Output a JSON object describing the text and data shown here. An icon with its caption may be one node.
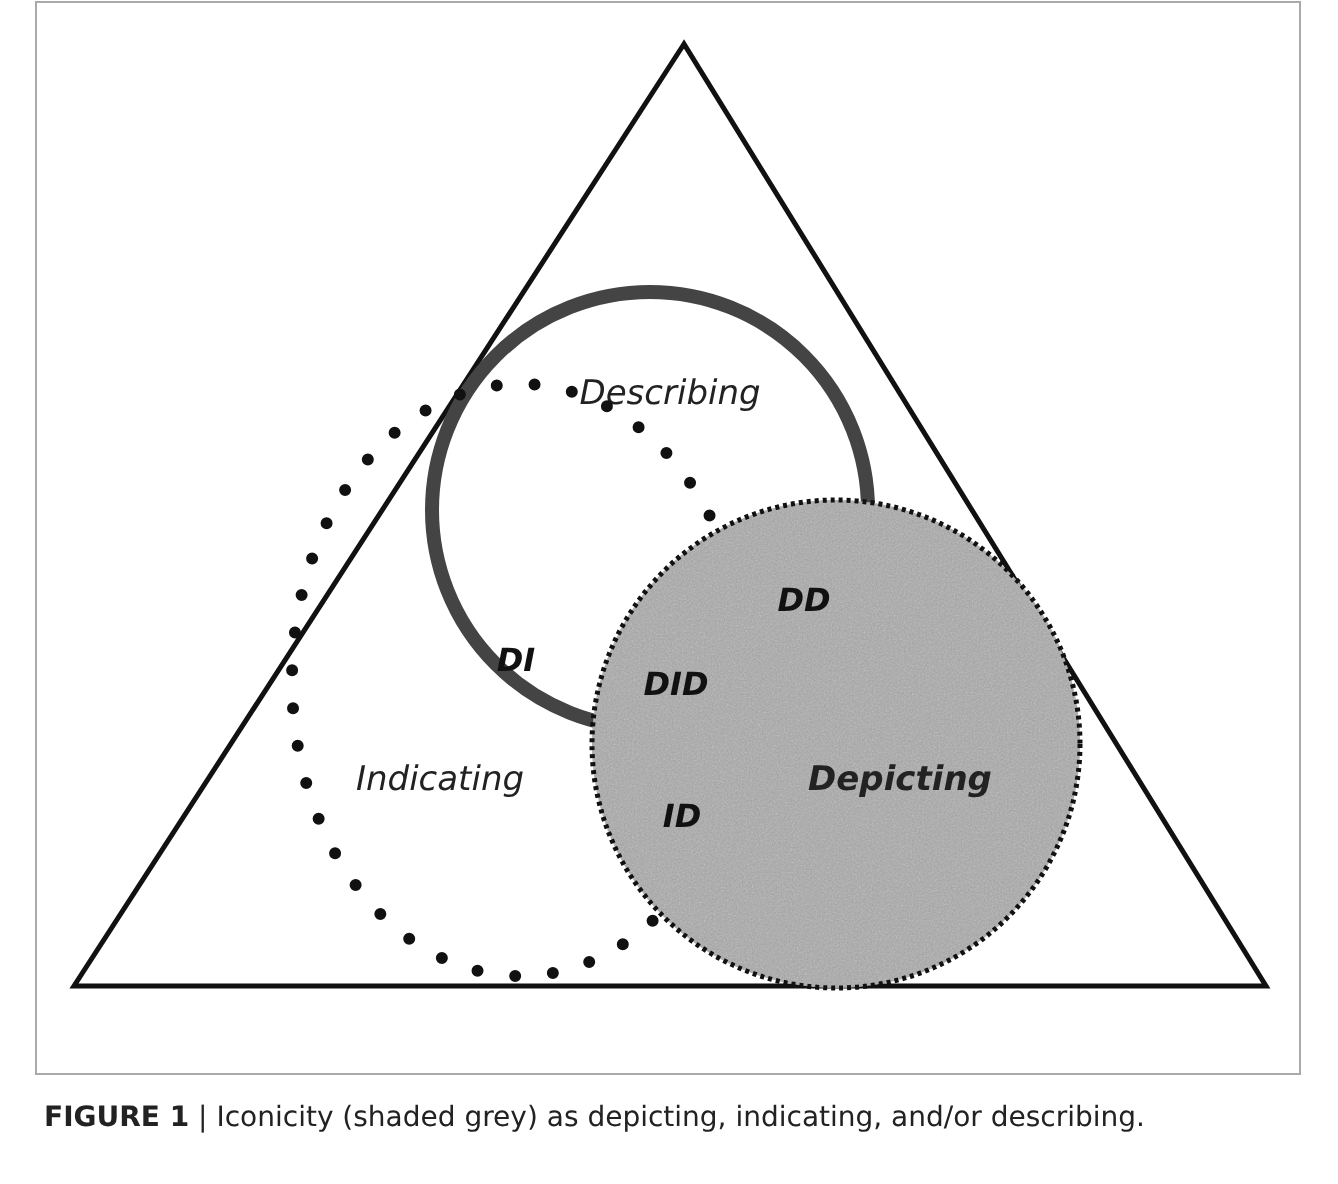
{
  "diagram": {
    "caption": "**FIGURE 1** | Iconicity (shaded grey) as depicting, indicating, and/or describing.",
    "nodes": [
      {
        "text": [],
        "shape": "triangle"
      },
      {
        "text": [
          "Describing"
        ],
        "in": 0
      },
      {
        "text": [
          "Indicating"
        ],
        "in": 0
      },
      {
        "text": [
          "Depicting"
        ],
        "in": 0
      }
    ],
    "labels": [
      "DI",
      "DD",
      "DID",
      "ID"
    ]
  }
}
